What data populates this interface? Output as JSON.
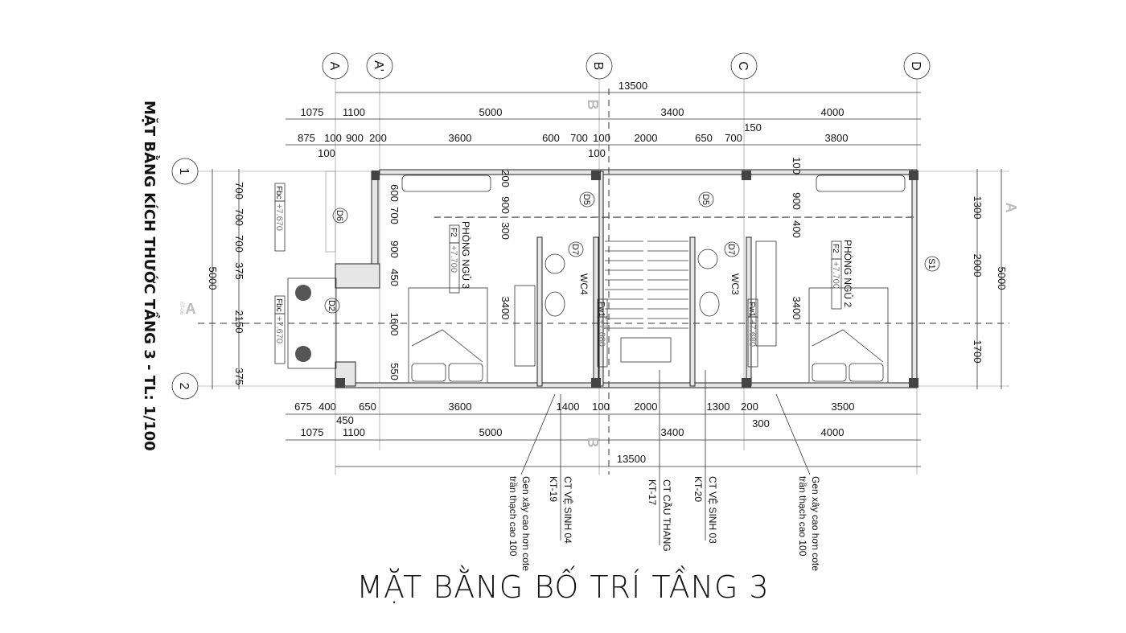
{
  "title": "MẶT BẰNG BỐ TRÍ TẦNG 3",
  "side_title": "MẶT BẰNG KÍCH THƯỚC TẦNG 3 - TL: 1/100",
  "grid": {
    "cols": [
      "A",
      "A'",
      "B",
      "C",
      "D"
    ],
    "rows": [
      "1",
      "2"
    ]
  },
  "sections": {
    "a": "A",
    "b": "B",
    "ref": "KT-06"
  },
  "dims_top": {
    "overall": "13500",
    "row2": [
      "1075",
      "1100",
      "5000",
      "3400",
      "4000"
    ],
    "row3": [
      "875",
      "100",
      "900",
      "200",
      "3600",
      "600",
      "700",
      "100",
      "2000",
      "650",
      "700",
      "150",
      "3800"
    ],
    "extra": [
      "100",
      "100"
    ]
  },
  "dims_bottom": {
    "row1": [
      "675",
      "400",
      "650",
      "3600",
      "1400",
      "100",
      "2000",
      "1300",
      "200",
      "3500"
    ],
    "extra": [
      "450",
      "300"
    ],
    "row2": [
      "1075",
      "1100",
      "5000",
      "3400",
      "4000"
    ],
    "overall": "13500"
  },
  "dims_left": {
    "segments": [
      "700",
      "700",
      "700",
      "375",
      "2150",
      "375"
    ],
    "overall": "5000"
  },
  "dims_inner_left": [
    "600",
    "700",
    "900",
    "450",
    "1600",
    "550"
  ],
  "dims_inner_mid": [
    "200",
    "900",
    "300",
    "3400"
  ],
  "dims_inner_right": [
    "100",
    "900",
    "400",
    "3400"
  ],
  "dims_right": {
    "segments": [
      "1300",
      "2000",
      "1700"
    ],
    "overall": "5000"
  },
  "rooms": {
    "bed3": "PHÒNG NGỦ 3",
    "bed2": "PHÒNG NGỦ 2",
    "wc4": "WC4",
    "wc3": "WC3"
  },
  "levels": {
    "fbc_code": "Fbc",
    "fbc_val": "+7.670",
    "f2_code": "F2",
    "f2_val": "+7.700",
    "fw1_code": "Fw1",
    "fw1_val": "+7.680"
  },
  "doors": [
    "D2",
    "D5",
    "D6",
    "D7",
    "S1"
  ],
  "notes": {
    "gen1": "Gen xây cao hơn cote",
    "gen2": "trần thạch cao 100",
    "wc04": "CT VỆ SINH 04",
    "wc04_ref": "KT-19",
    "stair": "CT CẦU THANG",
    "stair_ref": "KT-17",
    "wc03": "CT VỆ SINH 03",
    "wc03_ref": "KT-20"
  }
}
